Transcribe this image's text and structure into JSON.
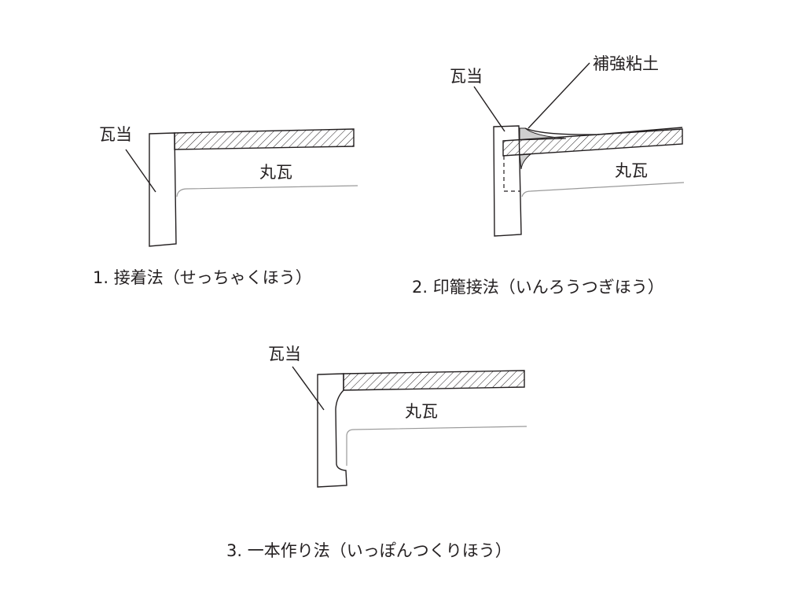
{
  "diagrams": [
    {
      "caption": "1.  接着法（せっちゃくほう）",
      "label_tile_end": "瓦当",
      "label_round_tile": "丸瓦"
    },
    {
      "caption": "2.  印籠接法（いんろうつぎほう）",
      "label_tile_end": "瓦当",
      "label_reinforcing_clay": "補強粘土",
      "label_round_tile": "丸瓦"
    },
    {
      "caption": "3.  一本作り法（いっぽんつくりほう）",
      "label_tile_end": "瓦当",
      "label_round_tile": "丸瓦"
    }
  ],
  "colors": {
    "line": "#231f20",
    "clay_fill": "#cfcfcf",
    "inner_line": "#9a9a9a"
  }
}
